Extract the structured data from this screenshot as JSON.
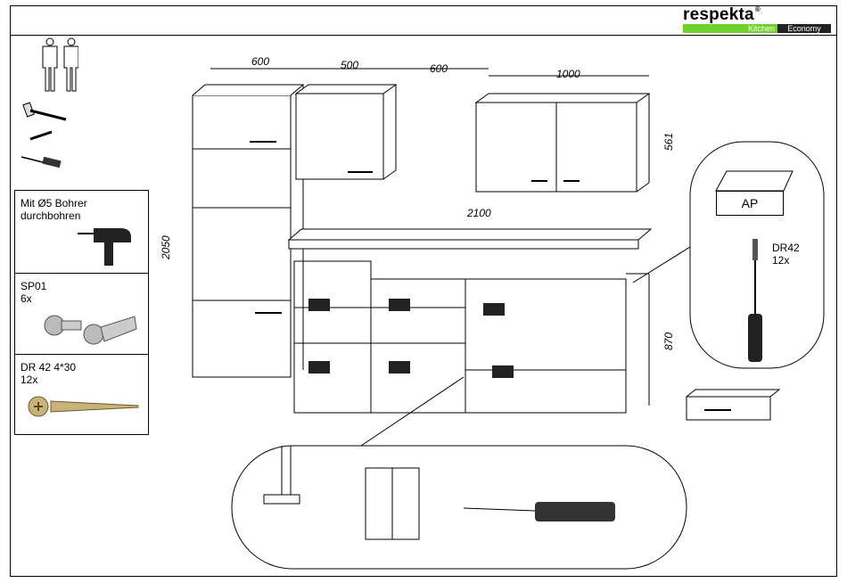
{
  "brand": {
    "name": "respekta",
    "registered": "®",
    "tag_kitchen": "Kitchen",
    "tag_economy": "Economy",
    "accent_color": "#6fd22a"
  },
  "tools": [
    "two-persons-icon",
    "hammer-icon",
    "drill-bit-icon",
    "screwdriver-icon"
  ],
  "instructions": [
    {
      "text_1": "Mit Ø5 Bohrer",
      "text_2": "durchbohren",
      "icon": "drill-icon"
    },
    {
      "code": "SP01",
      "qty": "6x",
      "icon": "connector-bolt-icon"
    },
    {
      "code": "DR 42  4*30",
      "qty": "12x",
      "icon": "wood-screw-icon"
    }
  ],
  "dimensions": {
    "top_widths": [
      "600",
      "500",
      "600",
      "1000"
    ],
    "countertop_width": "2100",
    "total_height": "2050",
    "wall_cabinet_height": "561",
    "base_height": "870"
  },
  "detail": {
    "label": "AP",
    "screw_code": "DR42",
    "screw_qty": "12x"
  }
}
